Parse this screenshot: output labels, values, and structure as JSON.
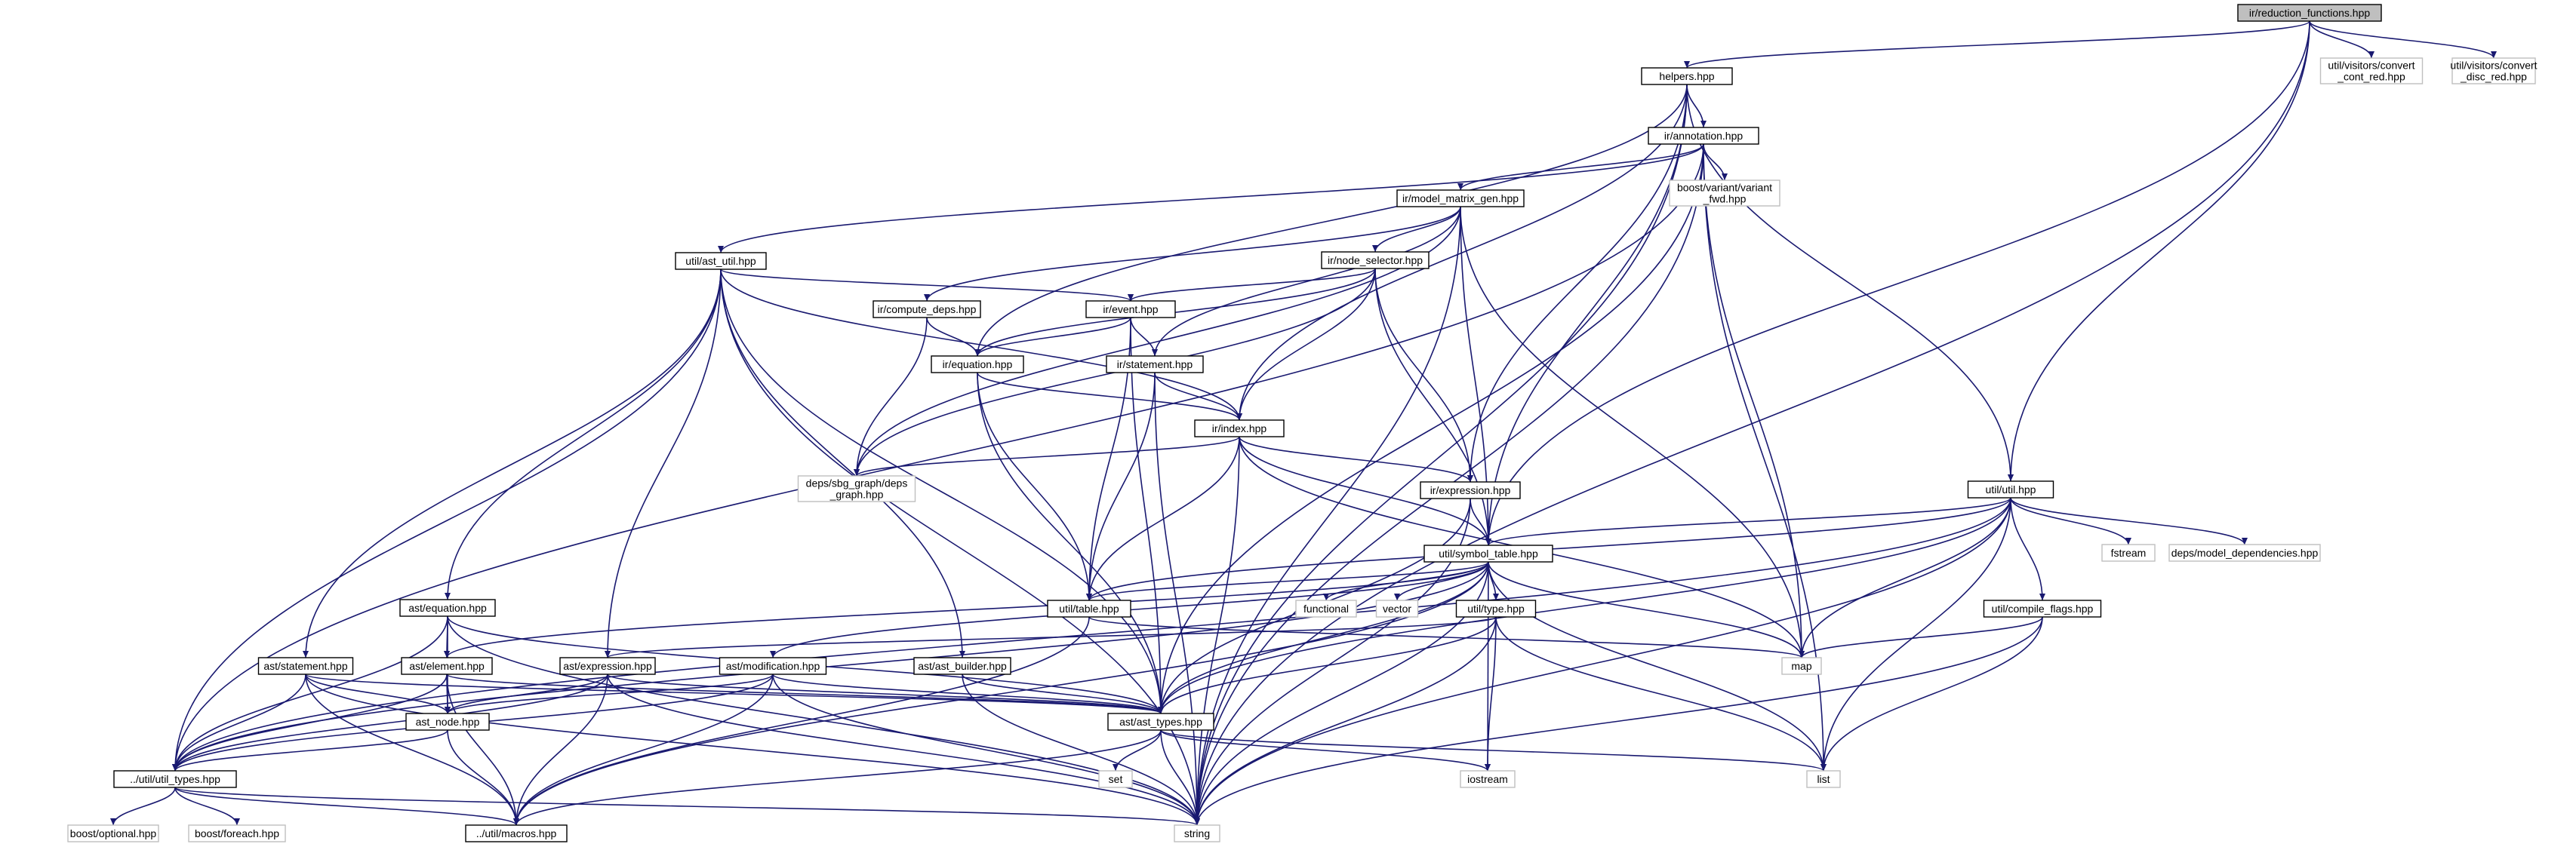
{
  "diagram": {
    "type": "include-dependency-graph",
    "nodes": [
      {
        "id": "root",
        "label": "ir/reduction_functions.hpp"
      },
      {
        "id": "helpers",
        "label": "helpers.hpp"
      },
      {
        "id": "convert_cont",
        "label": "util/visitors/convert\n_cont_red.hpp"
      },
      {
        "id": "convert_disc",
        "label": "util/visitors/convert\n_disc_red.hpp"
      },
      {
        "id": "annotation",
        "label": "ir/annotation.hpp"
      },
      {
        "id": "variant_fwd",
        "label": "boost/variant/variant\n_fwd.hpp"
      },
      {
        "id": "model_matrix_gen",
        "label": "ir/model_matrix_gen.hpp"
      },
      {
        "id": "ast_util",
        "label": "util/ast_util.hpp"
      },
      {
        "id": "node_selector",
        "label": "ir/node_selector.hpp"
      },
      {
        "id": "compute_deps",
        "label": "ir/compute_deps.hpp"
      },
      {
        "id": "event",
        "label": "ir/event.hpp"
      },
      {
        "id": "equation_ir",
        "label": "ir/equation.hpp"
      },
      {
        "id": "statement_ir",
        "label": "ir/statement.hpp"
      },
      {
        "id": "index",
        "label": "ir/index.hpp"
      },
      {
        "id": "deps_graph",
        "label": "deps/sbg_graph/deps\n_graph.hpp"
      },
      {
        "id": "expression_ir",
        "label": "ir/expression.hpp"
      },
      {
        "id": "util_util",
        "label": "util/util.hpp"
      },
      {
        "id": "fstream",
        "label": "fstream"
      },
      {
        "id": "model_dependencies",
        "label": "deps/model_dependencies.hpp"
      },
      {
        "id": "symbol_table",
        "label": "util/symbol_table.hpp"
      },
      {
        "id": "equation_ast",
        "label": "ast/equation.hpp"
      },
      {
        "id": "table",
        "label": "util/table.hpp"
      },
      {
        "id": "functional",
        "label": "functional"
      },
      {
        "id": "vector",
        "label": "vector"
      },
      {
        "id": "type",
        "label": "util/type.hpp"
      },
      {
        "id": "compile_flags",
        "label": "util/compile_flags.hpp"
      },
      {
        "id": "statement_ast",
        "label": "ast/statement.hpp"
      },
      {
        "id": "element",
        "label": "ast/element.hpp"
      },
      {
        "id": "expression_ast",
        "label": "ast/expression.hpp"
      },
      {
        "id": "modification",
        "label": "ast/modification.hpp"
      },
      {
        "id": "ast_builder",
        "label": "ast/ast_builder.hpp"
      },
      {
        "id": "map",
        "label": "map"
      },
      {
        "id": "ast_node",
        "label": "ast_node.hpp"
      },
      {
        "id": "ast_types",
        "label": "ast/ast_types.hpp"
      },
      {
        "id": "util_types",
        "label": "../util/util_types.hpp"
      },
      {
        "id": "set",
        "label": "set"
      },
      {
        "id": "iostream",
        "label": "iostream"
      },
      {
        "id": "list",
        "label": "list"
      },
      {
        "id": "optional",
        "label": "boost/optional.hpp"
      },
      {
        "id": "foreach",
        "label": "boost/foreach.hpp"
      },
      {
        "id": "macros",
        "label": "../util/macros.hpp"
      },
      {
        "id": "string",
        "label": "string"
      }
    ],
    "edges": [
      [
        "root",
        "helpers"
      ],
      [
        "root",
        "convert_cont"
      ],
      [
        "root",
        "convert_disc"
      ],
      [
        "root",
        "util_util"
      ],
      [
        "root",
        "symbol_table"
      ],
      [
        "root",
        "string"
      ],
      [
        "helpers",
        "annotation"
      ],
      [
        "helpers",
        "equation_ir"
      ],
      [
        "helpers",
        "index"
      ],
      [
        "helpers",
        "expression_ir"
      ],
      [
        "helpers",
        "util_util"
      ],
      [
        "helpers",
        "symbol_table"
      ],
      [
        "helpers",
        "string"
      ],
      [
        "annotation",
        "variant_fwd"
      ],
      [
        "annotation",
        "model_matrix_gen"
      ],
      [
        "annotation",
        "ast_util"
      ],
      [
        "annotation",
        "util_types"
      ],
      [
        "annotation",
        "ast_types"
      ],
      [
        "annotation",
        "map"
      ],
      [
        "annotation",
        "list"
      ],
      [
        "annotation",
        "string"
      ],
      [
        "model_matrix_gen",
        "node_selector"
      ],
      [
        "model_matrix_gen",
        "compute_deps"
      ],
      [
        "model_matrix_gen",
        "statement_ir"
      ],
      [
        "model_matrix_gen",
        "deps_graph"
      ],
      [
        "model_matrix_gen",
        "symbol_table"
      ],
      [
        "model_matrix_gen",
        "map"
      ],
      [
        "model_matrix_gen",
        "string"
      ],
      [
        "ast_util",
        "event"
      ],
      [
        "ast_util",
        "index"
      ],
      [
        "ast_util",
        "equation_ast"
      ],
      [
        "ast_util",
        "statement_ast"
      ],
      [
        "ast_util",
        "expression_ast"
      ],
      [
        "ast_util",
        "ast_builder"
      ],
      [
        "ast_util",
        "ast_types"
      ],
      [
        "ast_util",
        "util_types"
      ],
      [
        "ast_util",
        "string"
      ],
      [
        "node_selector",
        "event"
      ],
      [
        "node_selector",
        "equation_ir"
      ],
      [
        "node_selector",
        "index"
      ],
      [
        "node_selector",
        "expression_ir"
      ],
      [
        "node_selector",
        "symbol_table"
      ],
      [
        "node_selector",
        "deps_graph"
      ],
      [
        "compute_deps",
        "equation_ir"
      ],
      [
        "compute_deps",
        "deps_graph"
      ],
      [
        "event",
        "equation_ir"
      ],
      [
        "event",
        "statement_ir"
      ],
      [
        "event",
        "table"
      ],
      [
        "event",
        "ast_types"
      ],
      [
        "equation_ir",
        "index"
      ],
      [
        "equation_ir",
        "table"
      ],
      [
        "equation_ir",
        "ast_types"
      ],
      [
        "statement_ir",
        "index"
      ],
      [
        "statement_ir",
        "table"
      ],
      [
        "statement_ir",
        "string"
      ],
      [
        "index",
        "deps_graph"
      ],
      [
        "index",
        "expression_ir"
      ],
      [
        "index",
        "symbol_table"
      ],
      [
        "index",
        "table"
      ],
      [
        "index",
        "map"
      ],
      [
        "index",
        "string"
      ],
      [
        "expression_ir",
        "symbol_table"
      ],
      [
        "expression_ir",
        "ast_types"
      ],
      [
        "expression_ir",
        "string"
      ],
      [
        "util_util",
        "fstream"
      ],
      [
        "util_util",
        "model_dependencies"
      ],
      [
        "util_util",
        "compile_flags"
      ],
      [
        "util_util",
        "symbol_table"
      ],
      [
        "util_util",
        "table"
      ],
      [
        "util_util",
        "map"
      ],
      [
        "util_util",
        "list"
      ],
      [
        "util_util",
        "ast_types"
      ],
      [
        "util_util",
        "util_types"
      ],
      [
        "util_util",
        "string"
      ],
      [
        "symbol_table",
        "table"
      ],
      [
        "symbol_table",
        "functional"
      ],
      [
        "symbol_table",
        "vector"
      ],
      [
        "symbol_table",
        "type"
      ],
      [
        "symbol_table",
        "map"
      ],
      [
        "symbol_table",
        "ast_types"
      ],
      [
        "symbol_table",
        "element"
      ],
      [
        "symbol_table",
        "modification"
      ],
      [
        "symbol_table",
        "util_types"
      ],
      [
        "symbol_table",
        "macros"
      ],
      [
        "symbol_table",
        "iostream"
      ],
      [
        "symbol_table",
        "list"
      ],
      [
        "symbol_table",
        "string"
      ],
      [
        "table",
        "map"
      ],
      [
        "table",
        "macros"
      ],
      [
        "type",
        "ast_types"
      ],
      [
        "type",
        "expression_ast"
      ],
      [
        "type",
        "iostream"
      ],
      [
        "type",
        "list"
      ],
      [
        "type",
        "string"
      ],
      [
        "compile_flags",
        "map"
      ],
      [
        "compile_flags",
        "list"
      ],
      [
        "compile_flags",
        "string"
      ],
      [
        "equation_ast",
        "element"
      ],
      [
        "equation_ast",
        "ast_node"
      ],
      [
        "equation_ast",
        "ast_types"
      ],
      [
        "equation_ast",
        "util_types"
      ],
      [
        "equation_ast",
        "string"
      ],
      [
        "statement_ast",
        "ast_node"
      ],
      [
        "statement_ast",
        "ast_types"
      ],
      [
        "statement_ast",
        "util_types"
      ],
      [
        "statement_ast",
        "macros"
      ],
      [
        "statement_ast",
        "string"
      ],
      [
        "element",
        "ast_node"
      ],
      [
        "element",
        "ast_types"
      ],
      [
        "element",
        "util_types"
      ],
      [
        "element",
        "macros"
      ],
      [
        "expression_ast",
        "ast_node"
      ],
      [
        "expression_ast",
        "ast_types"
      ],
      [
        "expression_ast",
        "util_types"
      ],
      [
        "expression_ast",
        "macros"
      ],
      [
        "expression_ast",
        "string"
      ],
      [
        "modification",
        "ast_node"
      ],
      [
        "modification",
        "ast_types"
      ],
      [
        "modification",
        "util_types"
      ],
      [
        "modification",
        "macros"
      ],
      [
        "modification",
        "string"
      ],
      [
        "ast_builder",
        "ast_types"
      ],
      [
        "ast_builder",
        "string"
      ],
      [
        "ast_node",
        "util_types"
      ],
      [
        "ast_node",
        "macros"
      ],
      [
        "ast_types",
        "set"
      ],
      [
        "ast_types",
        "iostream"
      ],
      [
        "ast_types",
        "list"
      ],
      [
        "ast_types",
        "macros"
      ],
      [
        "ast_types",
        "string"
      ],
      [
        "util_types",
        "optional"
      ],
      [
        "util_types",
        "foreach"
      ],
      [
        "util_types",
        "macros"
      ],
      [
        "util_types",
        "string"
      ]
    ],
    "colors": {
      "edge": "#191970",
      "node_border": "#000000",
      "external_border": "#bfbfbf",
      "root_fill": "#bfbfbf",
      "background": "#ffffff"
    }
  }
}
